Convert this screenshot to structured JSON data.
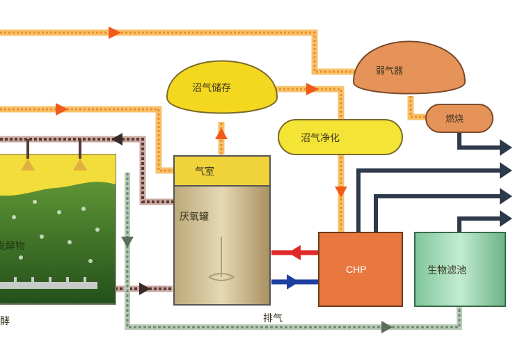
{
  "diagram": {
    "nodes": {
      "gas_storage": {
        "label": "沼气储存",
        "color": "#f4d71f"
      },
      "gas_purification": {
        "label": "沼气净化",
        "color": "#f4e436"
      },
      "torch": {
        "label": "弱气器",
        "color": "#e6935a"
      },
      "burner": {
        "label": "燃烧",
        "color": "#e6935a"
      },
      "gas_room": {
        "label": "气室",
        "color": "#f0d23a"
      },
      "digester": {
        "label": "厌氧罐",
        "color": "#c9b98e"
      },
      "chp": {
        "label": "CHP",
        "color": "#e8783f"
      },
      "biofilter": {
        "label": "生物滤池",
        "color": "#9fd3b0"
      },
      "substrate": {
        "label": "发酵物",
        "color": "#3f7a2a"
      },
      "exhaust": {
        "label": "排气"
      },
      "bottom_left_partial": {
        "label": "酵"
      }
    },
    "colors": {
      "gas_pipe": "#f08a2a",
      "gas_pipe_border": "#f6c26a",
      "dark_pipe": "#5a3a36",
      "output_arrow": "#2e3a4c",
      "hot_water": "#e02a2a",
      "cold_water": "#1f3fa0",
      "exhaust_pipe": "#8aa38a"
    }
  }
}
